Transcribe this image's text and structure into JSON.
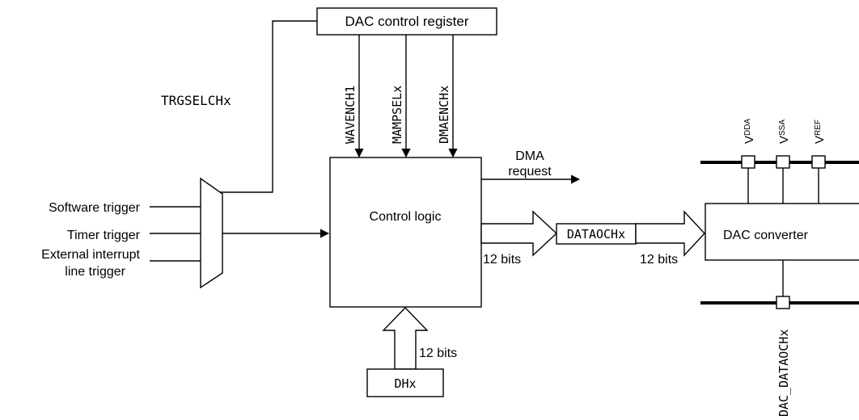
{
  "registers": {
    "control_register": "DAC control register",
    "trgselchx": "TRGSELCHx",
    "wavench1": "WAVENCH1",
    "mampselx": "MAMPSELx",
    "dmaenchx": "DMAENCHx",
    "dataochx": "DATAOCHx",
    "dhx": "DHx",
    "dac_dataochx": "DAC_DATAOCHx"
  },
  "triggers": {
    "software": "Software trigger",
    "timer": "Timer trigger",
    "external_line1": "External interrupt",
    "external_line2": "line trigger"
  },
  "blocks": {
    "control_logic": "Control logic",
    "dac_converter": "DAC converter"
  },
  "dma": {
    "line1": "DMA",
    "line2": "request"
  },
  "buses": {
    "width_out": "12 bits",
    "width_conv": "12 bits",
    "width_in": "12 bits"
  },
  "supplies": {
    "vdda": {
      "main": "V",
      "sub": "DDA"
    },
    "vssa": {
      "main": "V",
      "sub": "SSA"
    },
    "vref": {
      "main": "V",
      "sub": "REF"
    }
  }
}
